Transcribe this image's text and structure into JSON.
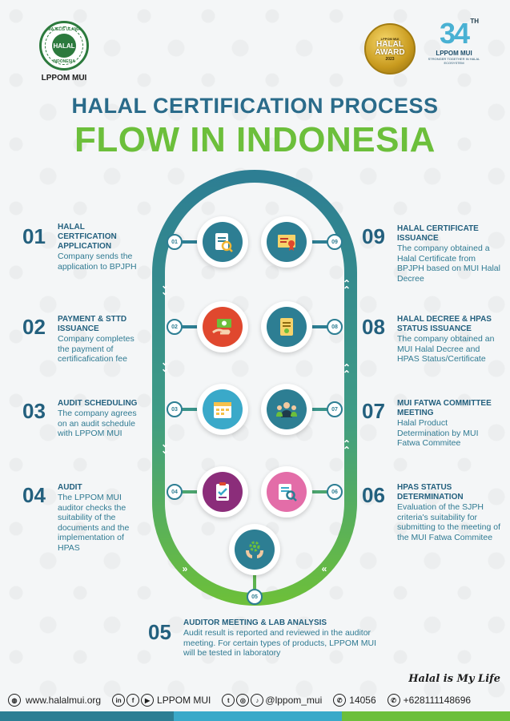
{
  "header": {
    "left_logo_arc_top": "MAJELIS ULAMA",
    "left_logo_core": "HALAL",
    "left_logo_arc_bottom": "INDONESIA",
    "left_logo_caption": "LPPOM MUI",
    "award_top": "LPPOM MUI",
    "award_main": "HALAL AWARD",
    "award_year": "2023",
    "anniversary_number": "34",
    "anniversary_suffix": "TH",
    "anniversary_name": "LPPOM MUI",
    "anniversary_tagline": "STRONGER TOGETHER IN HALAL ECOSYSTEM"
  },
  "title": {
    "line1": "HALAL CERTIFICATION PROCESS",
    "line2": "FLOW IN INDONESIA"
  },
  "colors": {
    "title_blue": "#2a6b8a",
    "title_green": "#6cbf3b",
    "track_top": "#2d7e93",
    "track_bottom": "#6cbf3b"
  },
  "steps": [
    {
      "num": "01",
      "badge": "01",
      "heading": "HALAL CERTFICATION APPLICATION",
      "desc": "Company sends the application to BPJPH",
      "icon": "document-magnifier-icon",
      "circle": "#2d7e93"
    },
    {
      "num": "02",
      "badge": "02",
      "heading": "PAYMENT & STTD ISSUANCE",
      "desc": "Company completes the payment of certificafication fee",
      "icon": "money-payment-icon",
      "circle": "#e0482e"
    },
    {
      "num": "03",
      "badge": "03",
      "heading": "AUDIT SCHEDULING",
      "desc": "The company agrees on an audit schedule with LPPOM MUI",
      "icon": "calendar-icon",
      "circle": "#3aa9c9"
    },
    {
      "num": "04",
      "badge": "04",
      "heading": "AUDIT",
      "desc": "The LPPOM MUI auditor checks the suitability of the documents and the implementation of HPAS",
      "icon": "clipboard-check-icon",
      "circle": "#8b2d7a"
    },
    {
      "num": "05",
      "badge": "05",
      "heading": "AUDITOR MEETING & LAB ANALYSIS",
      "desc": "Audit result is reported and reviewed in the auditor meeting. For certain types of products, LPPOM MUI will be tested in laboratory",
      "icon": "hands-gear-icon",
      "circle": "#2d7e93"
    },
    {
      "num": "06",
      "badge": "06",
      "heading": "HPAS STATUS DETERMINATION",
      "desc": "Evaluation of the SJPH criteria's suitability for submitting to the meeting of the MUI Fatwa Commitee",
      "icon": "document-search-icon",
      "circle": "#e36da8"
    },
    {
      "num": "07",
      "badge": "07",
      "heading": "MUI FATWA COMMITTEE MEETING",
      "desc": "Halal Product Determination by MUI Fatwa Commitee",
      "icon": "committee-people-icon",
      "circle": "#2d7e93"
    },
    {
      "num": "08",
      "badge": "08",
      "heading": "HALAL DECREE & HPAS STATUS ISSUANCE",
      "desc": "The company obtained an MUI Halal Decree and HPAS Status/Certificate",
      "icon": "certificate-scroll-icon",
      "circle": "#2d7e93"
    },
    {
      "num": "09",
      "badge": "09",
      "heading": "HALAL CERTIFICATE ISSUANCE",
      "desc": "The company obtained a Halal Certificate from BPJPH based on MUI Halal Decree",
      "icon": "certificate-ribbon-icon",
      "circle": "#2d7e93"
    }
  ],
  "slogan": "Halal is My Life",
  "footer": {
    "website": "www.halalmui.org",
    "social_name": "LPPOM MUI",
    "handle": "@lppom_mui",
    "phone": "14056",
    "whatsapp": "+628111148696"
  }
}
